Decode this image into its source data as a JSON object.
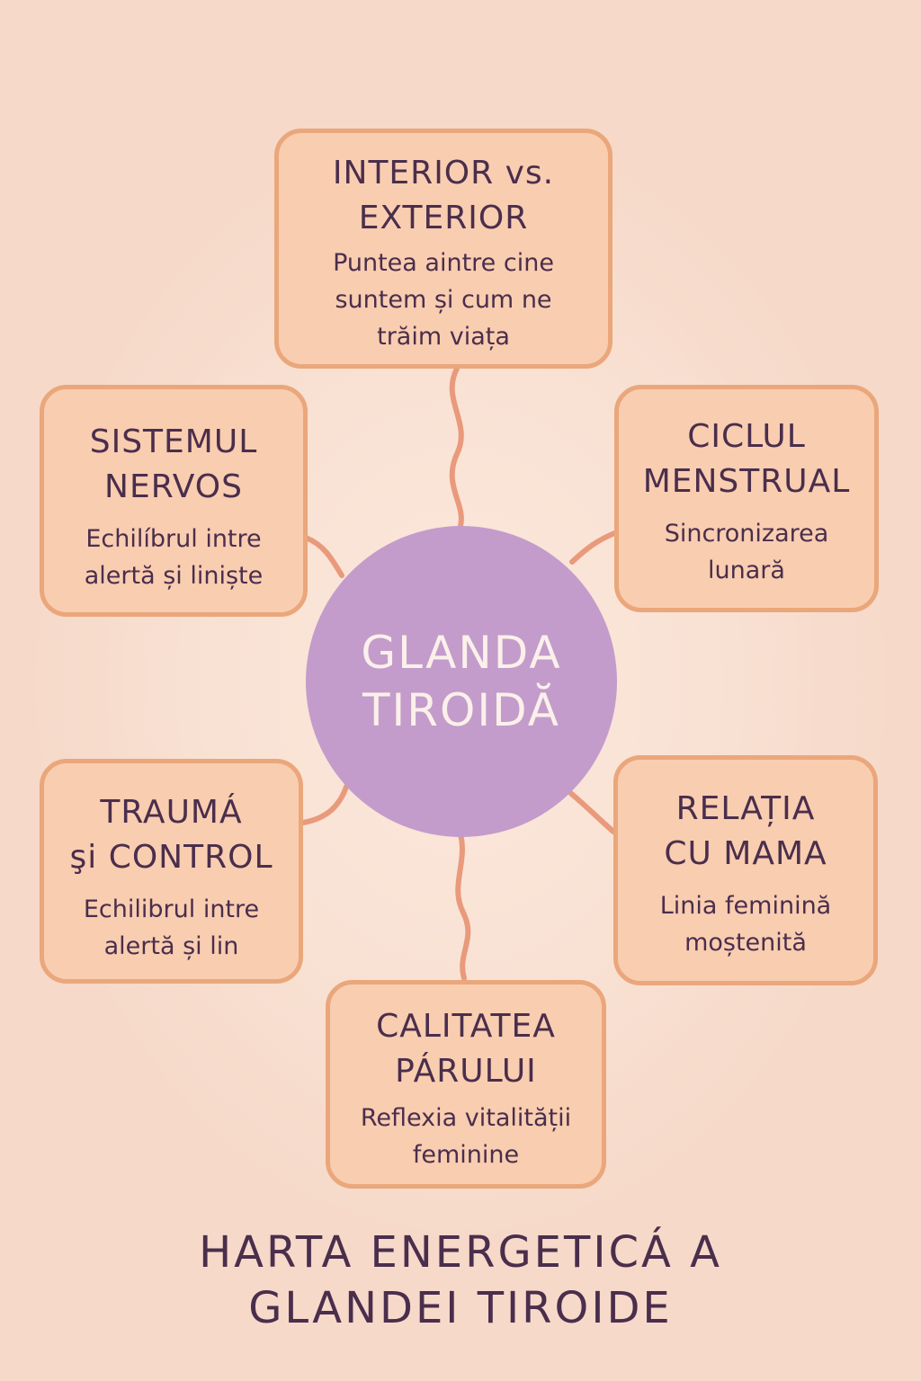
{
  "center": {
    "title": "GLANDA\nTIROIDĂ"
  },
  "nodes": [
    {
      "title": "INTERIOR vs.\nEXTERIOR",
      "description": "Puntea aintre cine\nsuntem și cum ne\ntrăim viața"
    },
    {
      "title": "SISTEMUL\nNERVOS",
      "description": "Echilíbrul intre\nalertă și liniște"
    },
    {
      "title": "CICLUL\nMENSTRUAL",
      "description": "Sincronizarea\nlunară"
    },
    {
      "title": "TRAUMÁ\nşi CONTROL",
      "description": "Echilibrul intre\nalertă și lin"
    },
    {
      "title": "RELAȚIA\nCU MAMA",
      "description": "Linia feminină\nmoștenită"
    },
    {
      "title": "CALITATEA\nPÁRULUI",
      "description": "Reflexia vitalității\nfeminine"
    }
  ],
  "footer": {
    "title": "HARTA ENERGETICÁ A\nGLANDEI TIROIDE"
  },
  "colors": {
    "background": "#f6d9c9",
    "node_fill": "#f9cdb0",
    "node_border": "#eaa77b",
    "connector": "#e99a7c",
    "center_fill": "#c39ccb",
    "center_text": "#fbf0ea",
    "text": "#4a2e4c"
  }
}
